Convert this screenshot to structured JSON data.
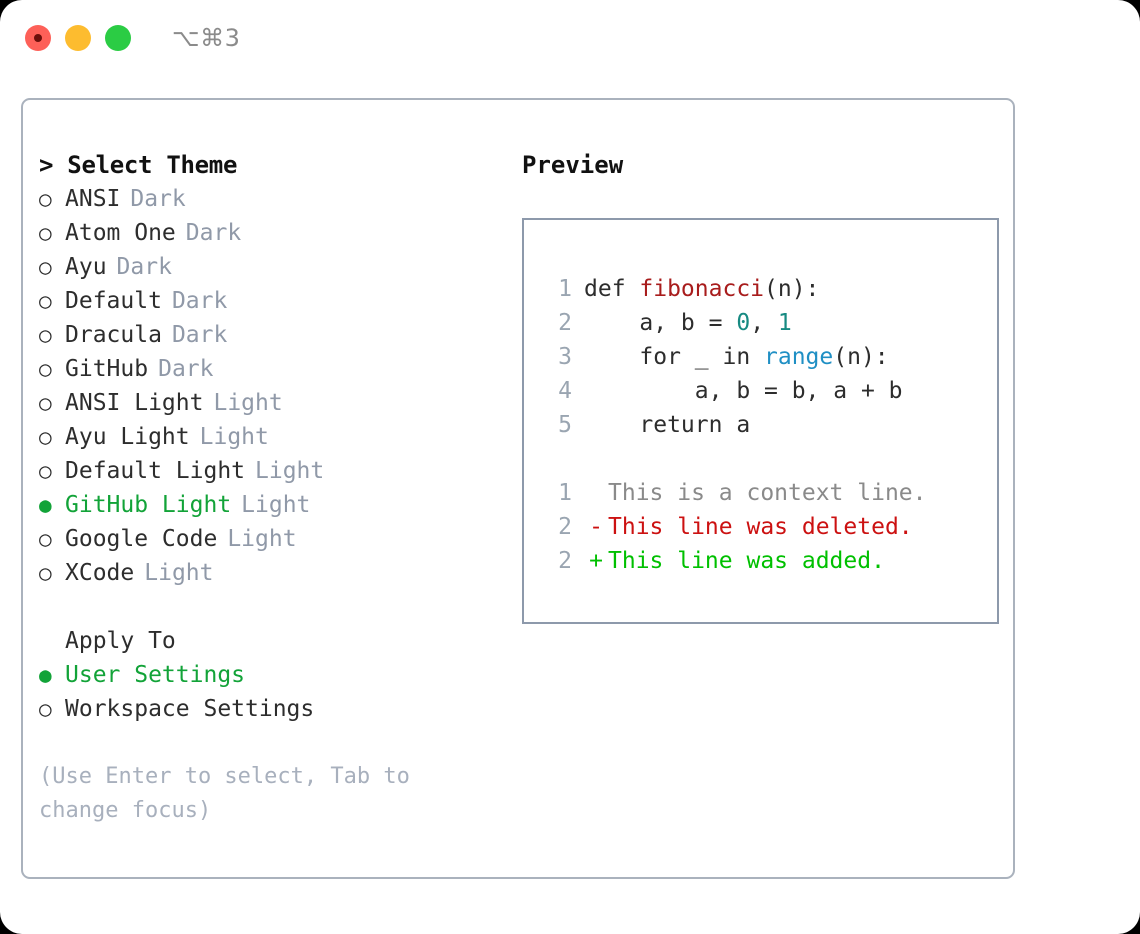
{
  "titlebar": {
    "shortcut": "⌥⌘3",
    "lights": [
      {
        "name": "close",
        "color": "#fd6058"
      },
      {
        "name": "minimize",
        "color": "#fdbc2f"
      },
      {
        "name": "maximize",
        "color": "#2bcc44"
      }
    ]
  },
  "theme_picker": {
    "header": "> Select Theme",
    "selected_marker": "●",
    "unselected_marker": "○",
    "selected_color": "#12a338",
    "options": [
      {
        "label": "ANSI",
        "tag": "Dark",
        "selected": false
      },
      {
        "label": "Atom One",
        "tag": "Dark",
        "selected": false
      },
      {
        "label": "Ayu",
        "tag": "Dark",
        "selected": false
      },
      {
        "label": "Default",
        "tag": "Dark",
        "selected": false
      },
      {
        "label": "Dracula",
        "tag": "Dark",
        "selected": false
      },
      {
        "label": "GitHub",
        "tag": "Dark",
        "selected": false
      },
      {
        "label": "ANSI Light",
        "tag": "Light",
        "selected": false
      },
      {
        "label": "Ayu Light",
        "tag": "Light",
        "selected": false
      },
      {
        "label": "Default Light",
        "tag": "Light",
        "selected": false
      },
      {
        "label": "GitHub Light",
        "tag": "Light",
        "selected": true
      },
      {
        "label": "Google Code",
        "tag": "Light",
        "selected": false
      },
      {
        "label": "XCode",
        "tag": "Light",
        "selected": false
      }
    ]
  },
  "apply_to": {
    "header": "Apply To",
    "options": [
      {
        "label": "User Settings",
        "selected": true
      },
      {
        "label": "Workspace Settings",
        "selected": false
      }
    ]
  },
  "hint": "(Use Enter to select, Tab to change focus)",
  "preview": {
    "title": "Preview",
    "code_lines": [
      {
        "lineno": "1",
        "tokens": [
          {
            "text": "def ",
            "kind": "plain"
          },
          {
            "text": "fibonacci",
            "kind": "fn"
          },
          {
            "text": "(n):",
            "kind": "plain"
          }
        ]
      },
      {
        "lineno": "2",
        "tokens": [
          {
            "text": "    a, b = ",
            "kind": "plain"
          },
          {
            "text": "0",
            "kind": "num"
          },
          {
            "text": ", ",
            "kind": "plain"
          },
          {
            "text": "1",
            "kind": "num"
          }
        ]
      },
      {
        "lineno": "3",
        "tokens": [
          {
            "text": "    for _ in ",
            "kind": "plain"
          },
          {
            "text": "range",
            "kind": "call"
          },
          {
            "text": "(n):",
            "kind": "plain"
          }
        ]
      },
      {
        "lineno": "4",
        "tokens": [
          {
            "text": "        a, b = b, a + b",
            "kind": "plain"
          }
        ]
      },
      {
        "lineno": "5",
        "tokens": [
          {
            "text": "    return a",
            "kind": "plain"
          }
        ]
      }
    ],
    "diff_lines": [
      {
        "lineno": "1",
        "sign": " ",
        "text": "This is a context line.",
        "kind": "context"
      },
      {
        "lineno": "2",
        "sign": "-",
        "text": "This line was deleted.",
        "kind": "del"
      },
      {
        "lineno": "2",
        "sign": "+",
        "text": "This line was added.",
        "kind": "add"
      }
    ],
    "colors": {
      "function": "#a81c1c",
      "number": "#178a82",
      "call": "#1f8fc4",
      "lineno": "#9aa5b1",
      "diff_context": "#8a8a8a",
      "diff_deleted": "#cc1111",
      "diff_added": "#00c000"
    }
  }
}
